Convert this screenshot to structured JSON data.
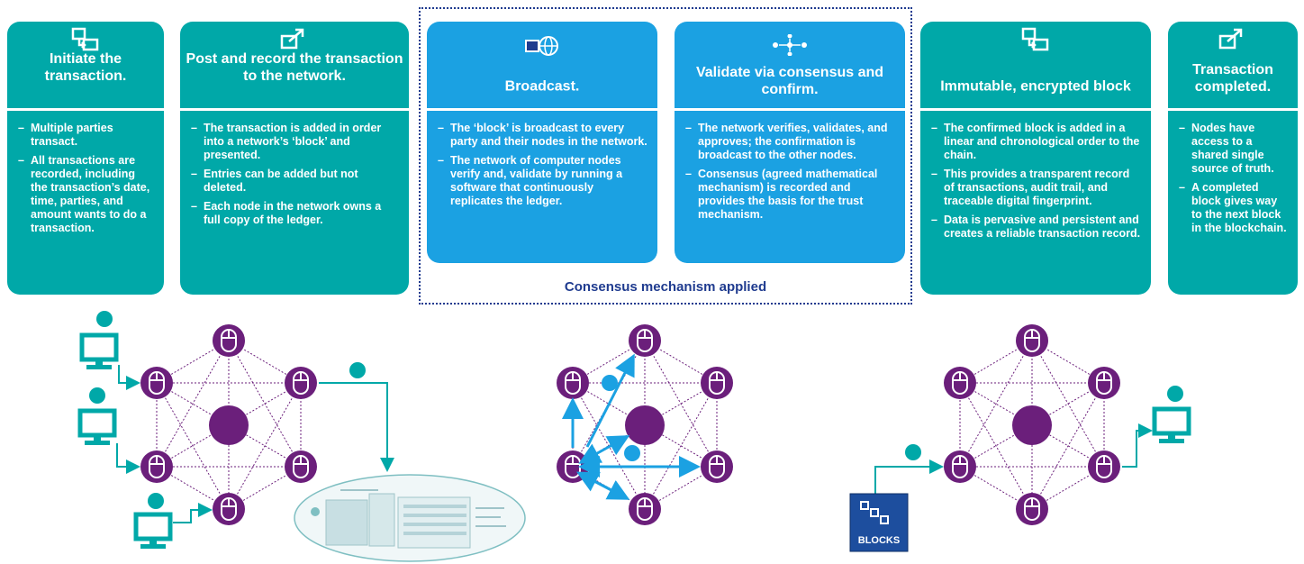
{
  "cards": [
    {
      "icon": "screen-arrow-icon",
      "title": "Initiate the transaction.",
      "bullets": [
        "Multiple parties transact.",
        "All transactions are recorded, including the transaction’s date, time, parties, and amount wants to do a transaction."
      ]
    },
    {
      "icon": "screen-out-arrow-icon",
      "title": "Post and record the transaction to the network.",
      "bullets": [
        "The transaction is added in order into a network’s ‘block’ and presented.",
        "Entries can be added but not deleted.",
        "Each node in the network owns a full copy of the ledger."
      ]
    },
    {
      "icon": "globe-icon",
      "title": "Broadcast.",
      "bullets": [
        "The ‘block’ is broadcast to every party and their nodes in the network.",
        "The network of computer nodes verify and, validate by running a software that continuously replicates the ledger."
      ]
    },
    {
      "icon": "network-nodes-icon",
      "title": "Validate via consensus and confirm.",
      "bullets": [
        "The network verifies, validates, and approves; the confirmation is broadcast to the other nodes.",
        "Consensus (agreed mathematical mechanism) is recorded and provides the basis for the trust mechanism."
      ]
    },
    {
      "icon": "screen-arrow-icon",
      "title": "Immutable, encrypted block",
      "bullets": [
        "The confirmed block is added in a linear and chronological order to the chain.",
        "This provides a transparent record of transactions, audit trail, and traceable digital fingerprint.",
        "Data is pervasive and persistent and creates a reliable transaction record."
      ]
    },
    {
      "icon": "screen-out-arrow-icon",
      "title": "Transaction completed.",
      "bullets": [
        "Nodes have access to a shared single source of truth.",
        "A completed block gives way to the next block in the blockchain."
      ]
    }
  ],
  "consensus_label": "Consensus mechanism applied",
  "blocks_label": "BLOCKS",
  "colors": {
    "teal": "#00a8a8",
    "blue": "#1ba1e2",
    "purple": "#6b1f7b",
    "navy": "#1f3b8f",
    "blocks_bg": "#1d4e9e"
  }
}
